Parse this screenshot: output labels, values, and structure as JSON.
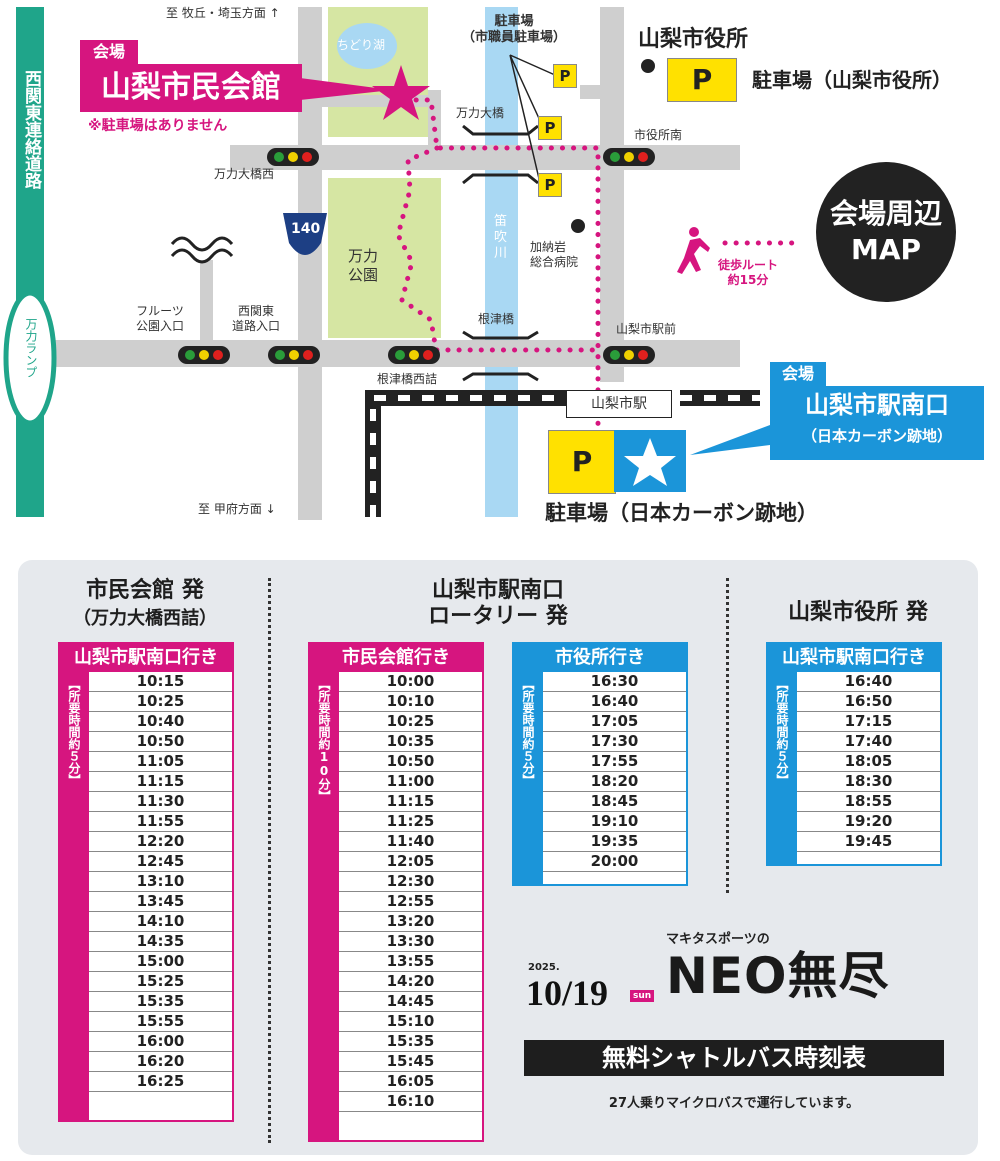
{
  "map": {
    "road_left_vertical": "西関東連絡道路",
    "ramp": "万力ランプ",
    "to_north": "至 牧丘・埼玉方面 ↑",
    "to_south": "至 甲府方面 ↓",
    "pond": "ちどり湖",
    "venue1_tag": "会場",
    "venue1_name": "山梨市民会館",
    "venue1_note": "※駐車場はありません",
    "parking_staff": "駐車場\n（市職員駐車場）",
    "parking_mark": "P",
    "city_hall": "山梨市役所",
    "city_hall_parking": "駐車場（山梨市役所）",
    "bridge_manriki": "万力大橋",
    "bridge_west": "万力大橋西",
    "shiyakusho_minami": "市役所南",
    "route_140": "140",
    "park": "万力\n公園",
    "river": "笛\n吹\n川",
    "hospital": "加納岩\n総合病院",
    "fruits_park": "フルーツ\n公園入口",
    "nishikanto_entrance": "西関東\n道路入口",
    "nezu_bridge": "根津橋",
    "nezu_west": "根津橋西詰",
    "station_front": "山梨市駅前",
    "station": "山梨市駅",
    "map_badge": "会場周辺\nMAP",
    "walk_route": "徒歩ルート\n約15分",
    "venue2_tag": "会場",
    "venue2_name": "山梨市駅南口",
    "venue2_sub": "（日本カーボン跡地）",
    "carbon_parking": "駐車場（日本カーボン跡地）",
    "colors": {
      "pink": "#d6157f",
      "blue": "#1b95d9",
      "yellow": "#ffe100",
      "green_area": "#d6e6a3",
      "river": "#a9d8f3",
      "road": "#cfcfcf"
    }
  },
  "timetable": {
    "col1": {
      "title": "市民会館 発",
      "sub": "（万力大橋西詰）",
      "table": {
        "header": "山梨市駅南口行き",
        "side": "【所要時間約５分】",
        "times": [
          "10:15",
          "10:25",
          "10:40",
          "10:50",
          "11:05",
          "11:15",
          "11:30",
          "11:55",
          "12:20",
          "12:45",
          "13:10",
          "13:45",
          "14:10",
          "14:35",
          "15:00",
          "15:25",
          "15:35",
          "15:55",
          "16:00",
          "16:20",
          "16:25"
        ]
      }
    },
    "col2": {
      "title": "山梨市駅南口\nロータリー 発",
      "tableA": {
        "header": "市民会館行き",
        "side": "【所要時間約10分】",
        "times": [
          "10:00",
          "10:10",
          "10:25",
          "10:35",
          "10:50",
          "11:00",
          "11:15",
          "11:25",
          "11:40",
          "12:05",
          "12:30",
          "12:55",
          "13:20",
          "13:30",
          "13:55",
          "14:20",
          "14:45",
          "15:10",
          "15:35",
          "15:45",
          "16:05",
          "16:10"
        ]
      },
      "tableB": {
        "header": "市役所行き",
        "side": "【所要時間約５分】",
        "times": [
          "16:30",
          "16:40",
          "17:05",
          "17:30",
          "17:55",
          "18:20",
          "18:45",
          "19:10",
          "19:35",
          "20:00"
        ]
      }
    },
    "col3": {
      "title": "山梨市役所 発",
      "table": {
        "header": "山梨市駅南口行き",
        "side": "【所要時間約５分】",
        "times": [
          "16:40",
          "16:50",
          "17:15",
          "17:40",
          "18:05",
          "18:30",
          "18:55",
          "19:20",
          "19:45"
        ]
      }
    }
  },
  "event": {
    "year": "2025.",
    "date": "10/19",
    "weekday": "sun",
    "sponsor": "マキタスポーツの",
    "logo": "NEO無尽",
    "banner": "無料シャトルバス時刻表",
    "note": "27人乗りマイクロバスで運行しています。"
  }
}
